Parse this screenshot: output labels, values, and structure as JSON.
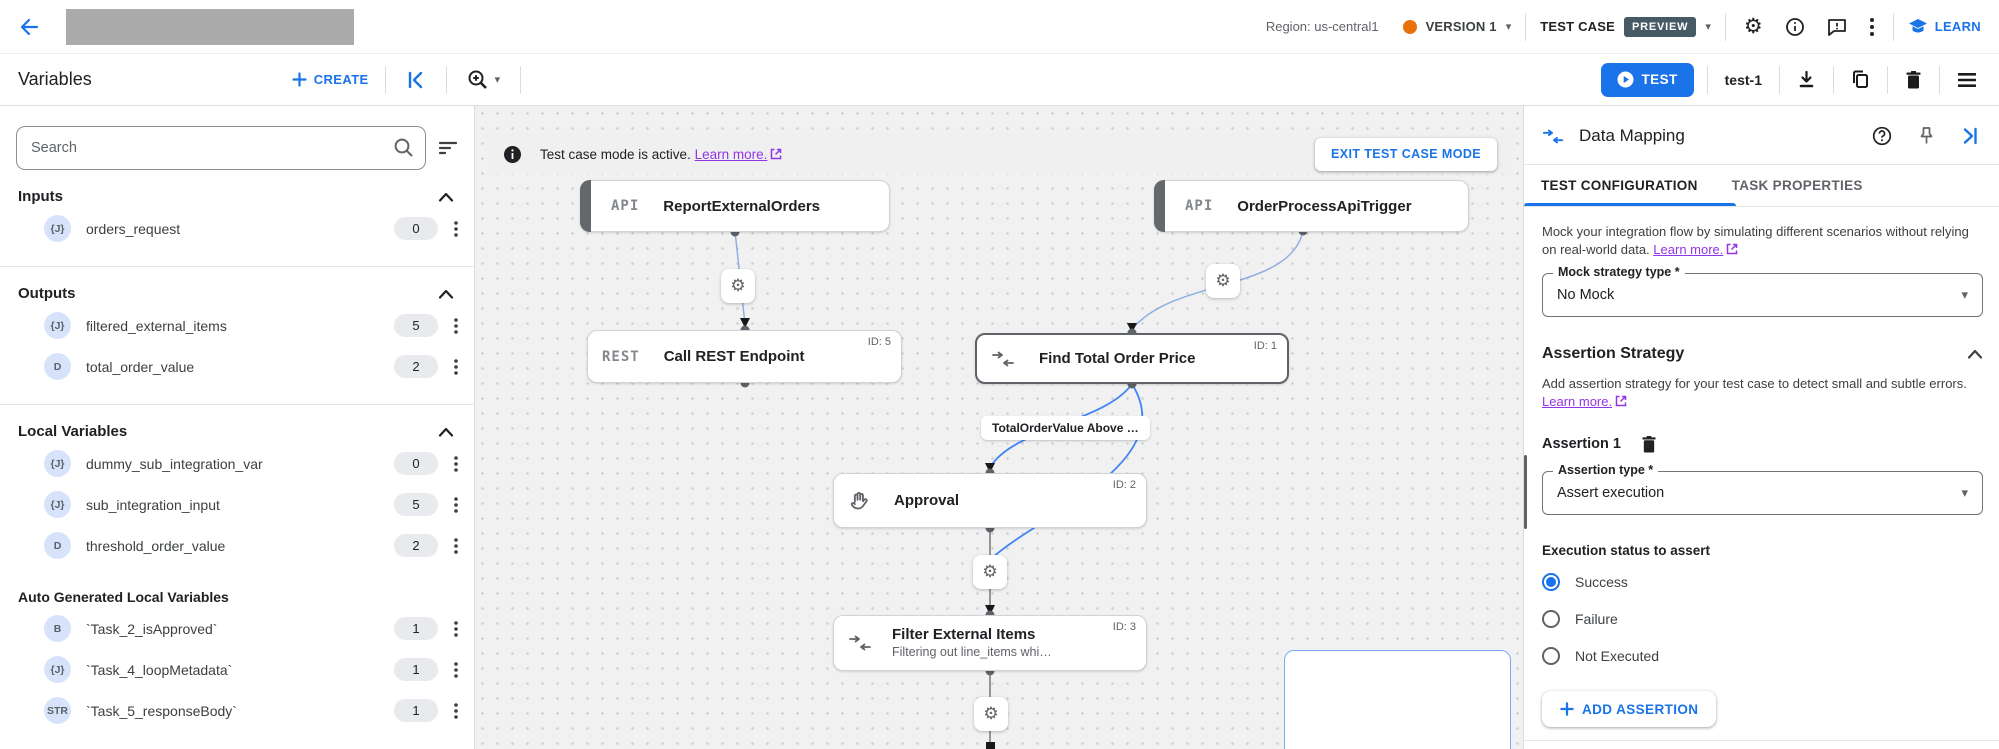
{
  "colors": {
    "accent": "#1a73e8",
    "link_purple": "#9334e6",
    "preview_badge_bg": "#455a64",
    "version_dot": "#e8710a"
  },
  "topbar": {
    "region_label": "Region: us-central1",
    "version_label": "VERSION 1",
    "test_case_label": "TEST CASE",
    "preview_badge": "PREVIEW",
    "learn_label": "LEARN"
  },
  "toolbar": {
    "title": "Variables",
    "create_label": "CREATE",
    "test_button_label": "TEST",
    "test_case_name": "test-1"
  },
  "sidebar": {
    "search_placeholder": "Search",
    "sections": [
      {
        "title": "Inputs",
        "items": [
          {
            "type": "{J}",
            "name": "orders_request",
            "count": "0"
          }
        ]
      },
      {
        "title": "Outputs",
        "items": [
          {
            "type": "{J}",
            "name": "filtered_external_items",
            "count": "5"
          },
          {
            "type": "D",
            "name": "total_order_value",
            "count": "2"
          }
        ]
      },
      {
        "title": "Local Variables",
        "items": [
          {
            "type": "{J}",
            "name": "dummy_sub_integration_var",
            "count": "0"
          },
          {
            "type": "{J}",
            "name": "sub_integration_input",
            "count": "5"
          },
          {
            "type": "D",
            "name": "threshold_order_value",
            "count": "2"
          }
        ]
      },
      {
        "title": "Auto Generated Local Variables",
        "items": [
          {
            "type": "B",
            "name": "`Task_2_isApproved`",
            "count": "1"
          },
          {
            "type": "{J}",
            "name": "`Task_4_loopMetadata`",
            "count": "1"
          },
          {
            "type": "STR",
            "name": "`Task_5_responseBody`",
            "count": "1"
          }
        ]
      }
    ]
  },
  "canvas": {
    "banner": {
      "message": "Test case mode is active.",
      "link": "Learn more.",
      "exit_button": "EXIT TEST CASE MODE"
    },
    "edge_label": "TotalOrderValue Above …",
    "nodes": {
      "trigger1": {
        "type": "API",
        "title": "ReportExternalOrders"
      },
      "trigger2": {
        "type": "API",
        "title": "OrderProcessApiTrigger"
      },
      "rest": {
        "type": "REST",
        "title": "Call REST Endpoint",
        "task_id": "ID: 5"
      },
      "find": {
        "title": "Find Total Order Price",
        "task_id": "ID: 1"
      },
      "approval": {
        "title": "Approval",
        "task_id": "ID: 2"
      },
      "filter": {
        "title": "Filter External Items",
        "subtitle": "Filtering out line_items whi…",
        "task_id": "ID: 3"
      }
    }
  },
  "panel": {
    "title": "Data Mapping",
    "tabs": [
      {
        "label": "TEST CONFIGURATION"
      },
      {
        "label": "TASK PROPERTIES"
      }
    ],
    "mock": {
      "description": "Mock your integration flow by simulating different scenarios without relying on real-world data.",
      "link": "Learn more.",
      "field_label": "Mock strategy type *",
      "field_value": "No Mock"
    },
    "assertion": {
      "heading": "Assertion Strategy",
      "description": "Add assertion strategy for your test case to detect small and subtle errors.",
      "link": "Learn more.",
      "item_label": "Assertion 1",
      "type_label": "Assertion type *",
      "type_value": "Assert execution",
      "status_label": "Execution status to assert",
      "options": [
        {
          "label": "Success",
          "selected": true
        },
        {
          "label": "Failure",
          "selected": false
        },
        {
          "label": "Not Executed",
          "selected": false
        }
      ],
      "add_button_label": "ADD ASSERTION"
    }
  }
}
